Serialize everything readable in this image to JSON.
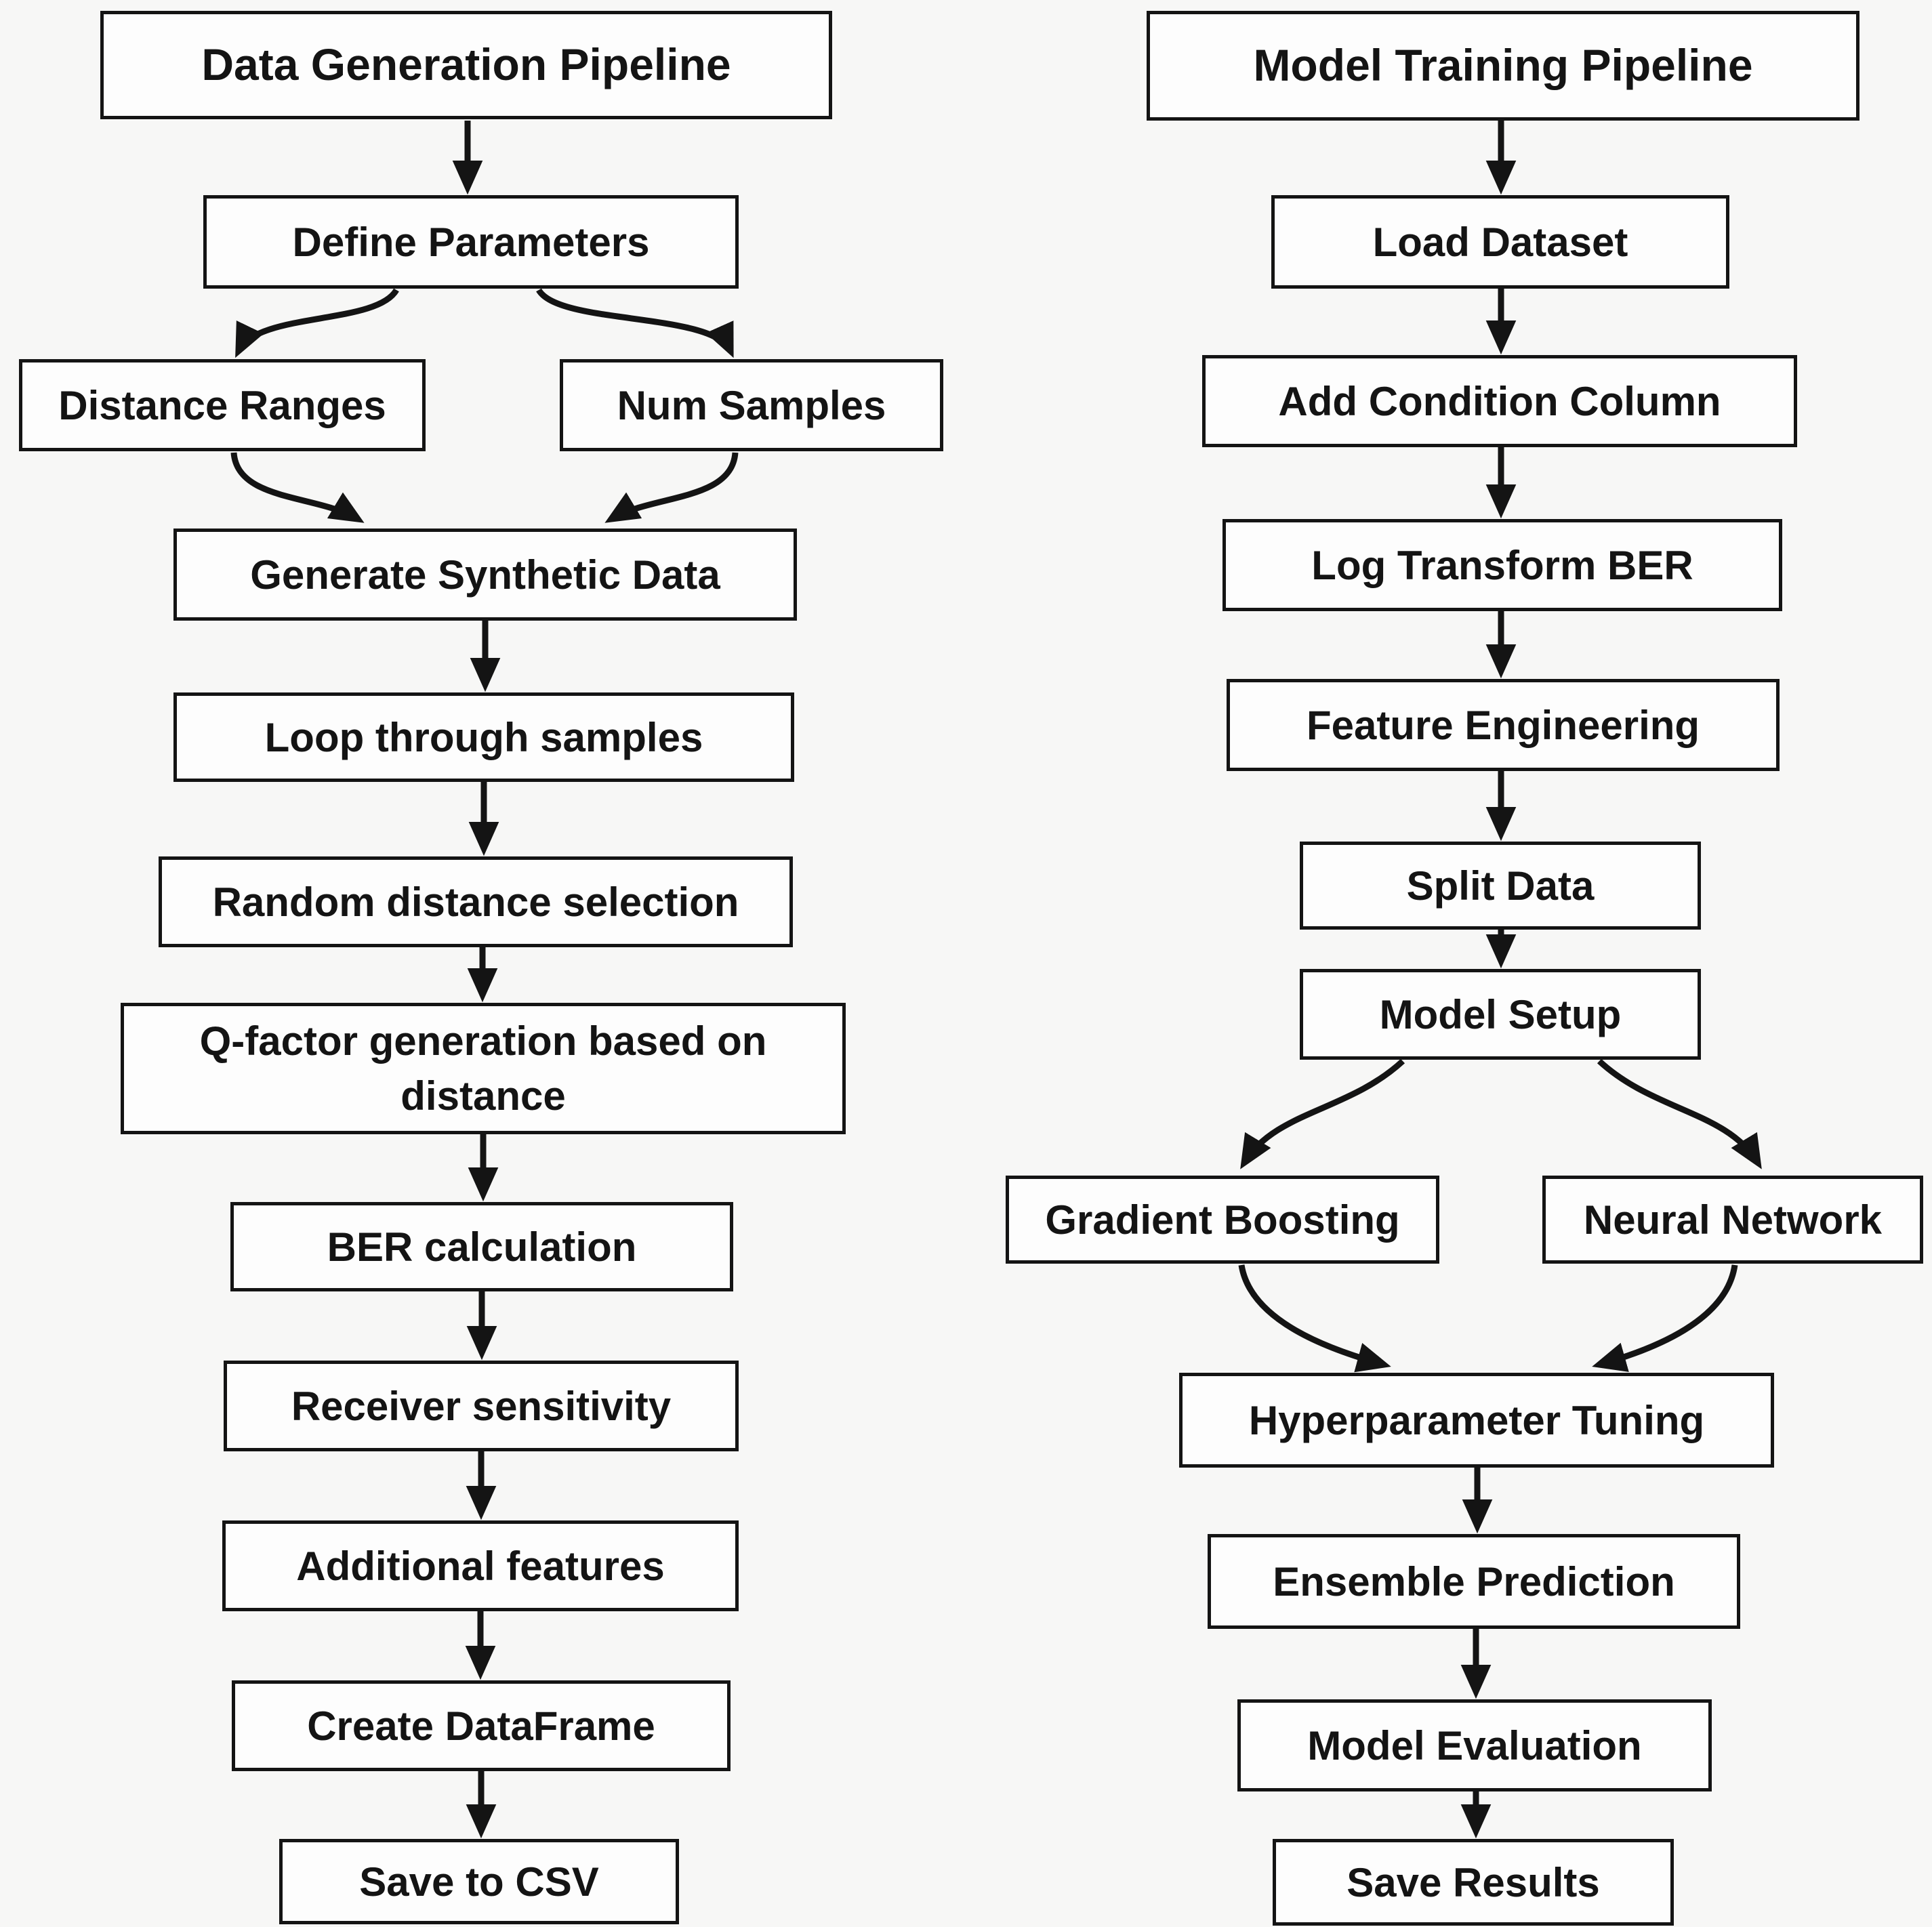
{
  "diagram": {
    "type": "flowchart",
    "colors": {
      "background": "#f7f7f6",
      "box_fill": "#fdfdfd",
      "box_border": "#141414",
      "arrow": "#141414",
      "text": "#141414"
    },
    "left": {
      "title": "Data Generation Pipeline",
      "steps": {
        "define_parameters": "Define Parameters",
        "distance_ranges": "Distance Ranges",
        "num_samples": "Num Samples",
        "generate_synthetic_data": "Generate Synthetic Data",
        "loop_through_samples": "Loop through samples",
        "random_distance_selection": "Random distance selection",
        "q_factor_generation": "Q-factor generation based on distance",
        "ber_calculation": "BER calculation",
        "receiver_sensitivity": "Receiver sensitivity",
        "additional_features": "Additional features",
        "create_dataframe": "Create DataFrame",
        "save_to_csv": "Save to CSV"
      }
    },
    "right": {
      "title": "Model Training Pipeline",
      "steps": {
        "load_dataset": "Load Dataset",
        "add_condition_column": "Add Condition Column",
        "log_transform_ber": "Log Transform BER",
        "feature_engineering": "Feature Engineering",
        "split_data": "Split Data",
        "model_setup": "Model Setup",
        "gradient_boosting": "Gradient Boosting",
        "neural_network": "Neural Network",
        "hyperparameter_tuning": "Hyperparameter Tuning",
        "ensemble_prediction": "Ensemble Prediction",
        "model_evaluation": "Model Evaluation",
        "save_results": "Save Results"
      }
    }
  }
}
